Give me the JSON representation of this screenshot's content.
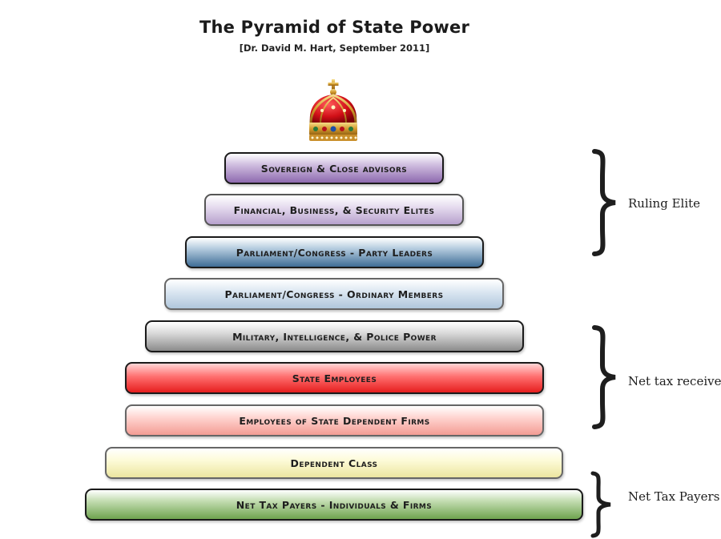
{
  "title": "The Pyramid of State Power",
  "subtitle": "[Dr. David M. Hart, September 2011]",
  "tiers": [
    {
      "label": "Sovereign & Close advisors"
    },
    {
      "label": "Financial, Business, & Security Elites"
    },
    {
      "label": "Parliament/Congress - Party Leaders"
    },
    {
      "label": "Parliament/Congress - Ordinary Members"
    },
    {
      "label": "Military, Intelligence, & Police Power"
    },
    {
      "label": "State Employees"
    },
    {
      "label": "Employees of State Dependent Firms"
    },
    {
      "label": "Dependent Class"
    },
    {
      "label": "Net Tax Payers - Individuals & Firms"
    }
  ],
  "groups": [
    {
      "label": "Ruling Elite"
    },
    {
      "label": "Net tax receivers"
    },
    {
      "label": "Net Tax Payers"
    }
  ],
  "colors": {
    "purple": "#8e6aaf",
    "blue": "#3f6d96",
    "red": "#e61d1d",
    "green": "#6fa34f",
    "yellow": "#ece6a0"
  }
}
